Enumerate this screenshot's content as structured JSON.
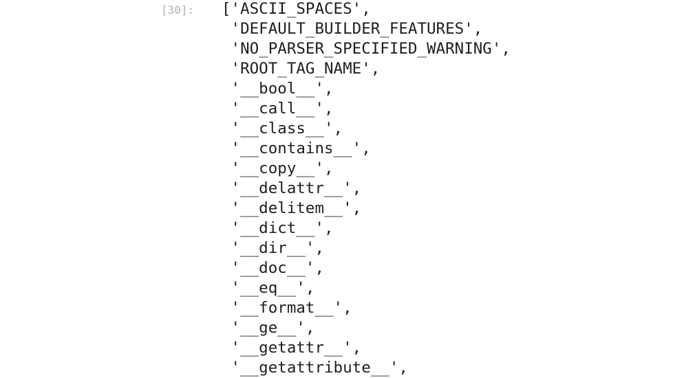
{
  "cell": {
    "prompt": "[30]:",
    "output_lines": [
      "['ASCII_SPACES',",
      " 'DEFAULT_BUILDER_FEATURES',",
      " 'NO_PARSER_SPECIFIED_WARNING',",
      " 'ROOT_TAG_NAME',",
      " '__bool__',",
      " '__call__',",
      " '__class__',",
      " '__contains__',",
      " '__copy__',",
      " '__delattr__',",
      " '__delitem__',",
      " '__dict__',",
      " '__dir__',",
      " '__doc__',",
      " '__eq__',",
      " '__format__',",
      " '__ge__',",
      " '__getattr__',",
      " '__getattribute__',"
    ]
  }
}
